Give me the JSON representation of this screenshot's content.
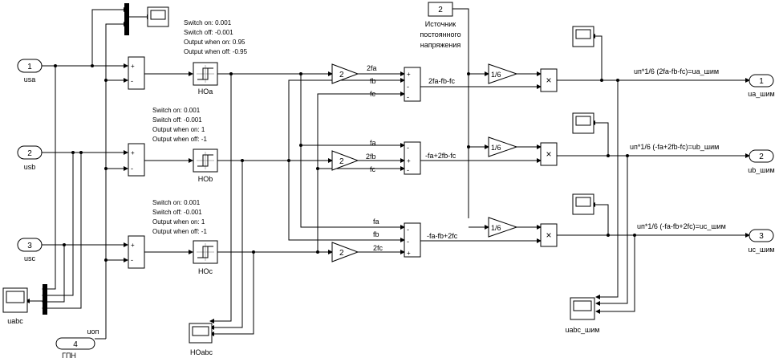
{
  "inports": {
    "usa": {
      "num": "1",
      "label": "usa"
    },
    "usb": {
      "num": "2",
      "label": "usb"
    },
    "usc": {
      "num": "3",
      "label": "usc"
    },
    "uop": {
      "num": "4",
      "label": "ГПН",
      "signal": "uоп"
    }
  },
  "outports": {
    "ua": {
      "num": "1",
      "label": "ua_шим"
    },
    "ub": {
      "num": "2",
      "label": "ub_шим"
    },
    "uc": {
      "num": "3",
      "label": "uc_шим"
    }
  },
  "constant": {
    "value": "2",
    "label_lines": [
      "Источник",
      "постоянного",
      "напряжения"
    ]
  },
  "relays": {
    "a": {
      "name": "HOa",
      "params": [
        "Switch on: 0.001",
        "Switch off: -0.001",
        "Output  when on: 0.95",
        "Output  when off: -0.95"
      ]
    },
    "b": {
      "name": "HOb",
      "params": [
        "Switch on: 0.001",
        "Switch off: -0.001",
        "Output when on: 1",
        "Output when off: -1"
      ]
    },
    "c": {
      "name": "HOc",
      "params": [
        "Switch on: 0.001",
        "Switch off: -0.001",
        "Output when on: 1",
        "Output when off: -1"
      ]
    }
  },
  "gains": {
    "two": "2",
    "sixth": "1/6"
  },
  "sum_signs": {
    "input_sum": [
      "+",
      "-"
    ],
    "sum_a": [
      "+",
      "-",
      "-"
    ],
    "sum_b": [
      "-",
      "+",
      "-"
    ],
    "sum_c": [
      "-",
      "-",
      "+"
    ]
  },
  "product_symbol": "×",
  "signal_labels": {
    "a": {
      "in1": "2fa",
      "in2": "fb",
      "in3": "fc",
      "out": "2fa-fb-fc"
    },
    "b": {
      "in1": "fa",
      "in2": "2fb",
      "in3": "fc",
      "out": "-fa+2fb-fc"
    },
    "c": {
      "in1": "fa",
      "in2": "fb",
      "in3": "2fc",
      "out": "-fa-fb+2fc"
    }
  },
  "output_expressions": {
    "a": "uп*1/6 (2fa-fb-fc)=ua_шим",
    "b": "uп*1/6 (-fa+2fb-fc)=ub_шим",
    "c": "uп*1/6 (-fa-fb+2fc)=uc_шим"
  },
  "scopes": {
    "uabc": "uabc",
    "hoabc": "HOabc",
    "uabc_shim": "uabc_шим"
  }
}
